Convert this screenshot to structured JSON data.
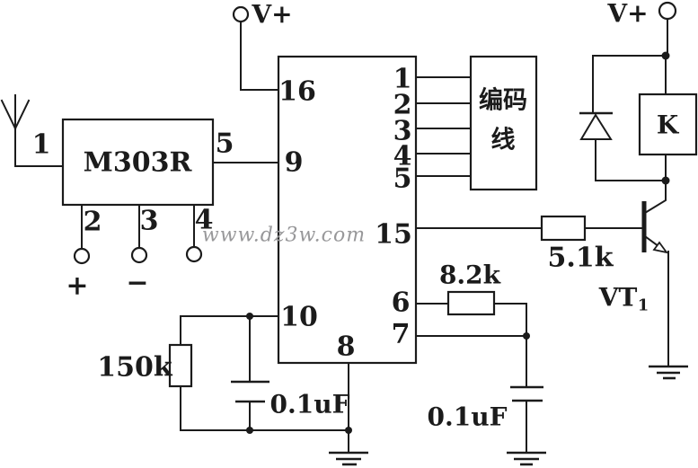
{
  "colors": {
    "ink": "#1b1b1b",
    "watermark": "#98989a",
    "background": "#ffffff"
  },
  "watermark": "www.dz3w.com",
  "power_left": "V+",
  "power_right": "V+",
  "antenna": {
    "pin": "1"
  },
  "receiver": {
    "name": "M303R",
    "pin_out": "5",
    "pin_a": "2",
    "pin_b": "3",
    "pin_c": "4",
    "plus": "+",
    "minus": "−"
  },
  "ic": {
    "pin16": "16",
    "pin9": "9",
    "pin10": "10",
    "pin8": "8",
    "pin1": "1",
    "pin2": "2",
    "pin3": "3",
    "pin4": "4",
    "pin5": "5",
    "pin15": "15",
    "pin6": "6",
    "pin7": "7"
  },
  "encoder": {
    "line1": "编码",
    "line2": "线"
  },
  "r150k": "150k",
  "r8k2": "8.2k",
  "r5k1": "5.1k",
  "c1": "0.1uF",
  "c2": "0.1uF",
  "relay": "K",
  "vt": {
    "name": "VT",
    "sub": "1"
  }
}
